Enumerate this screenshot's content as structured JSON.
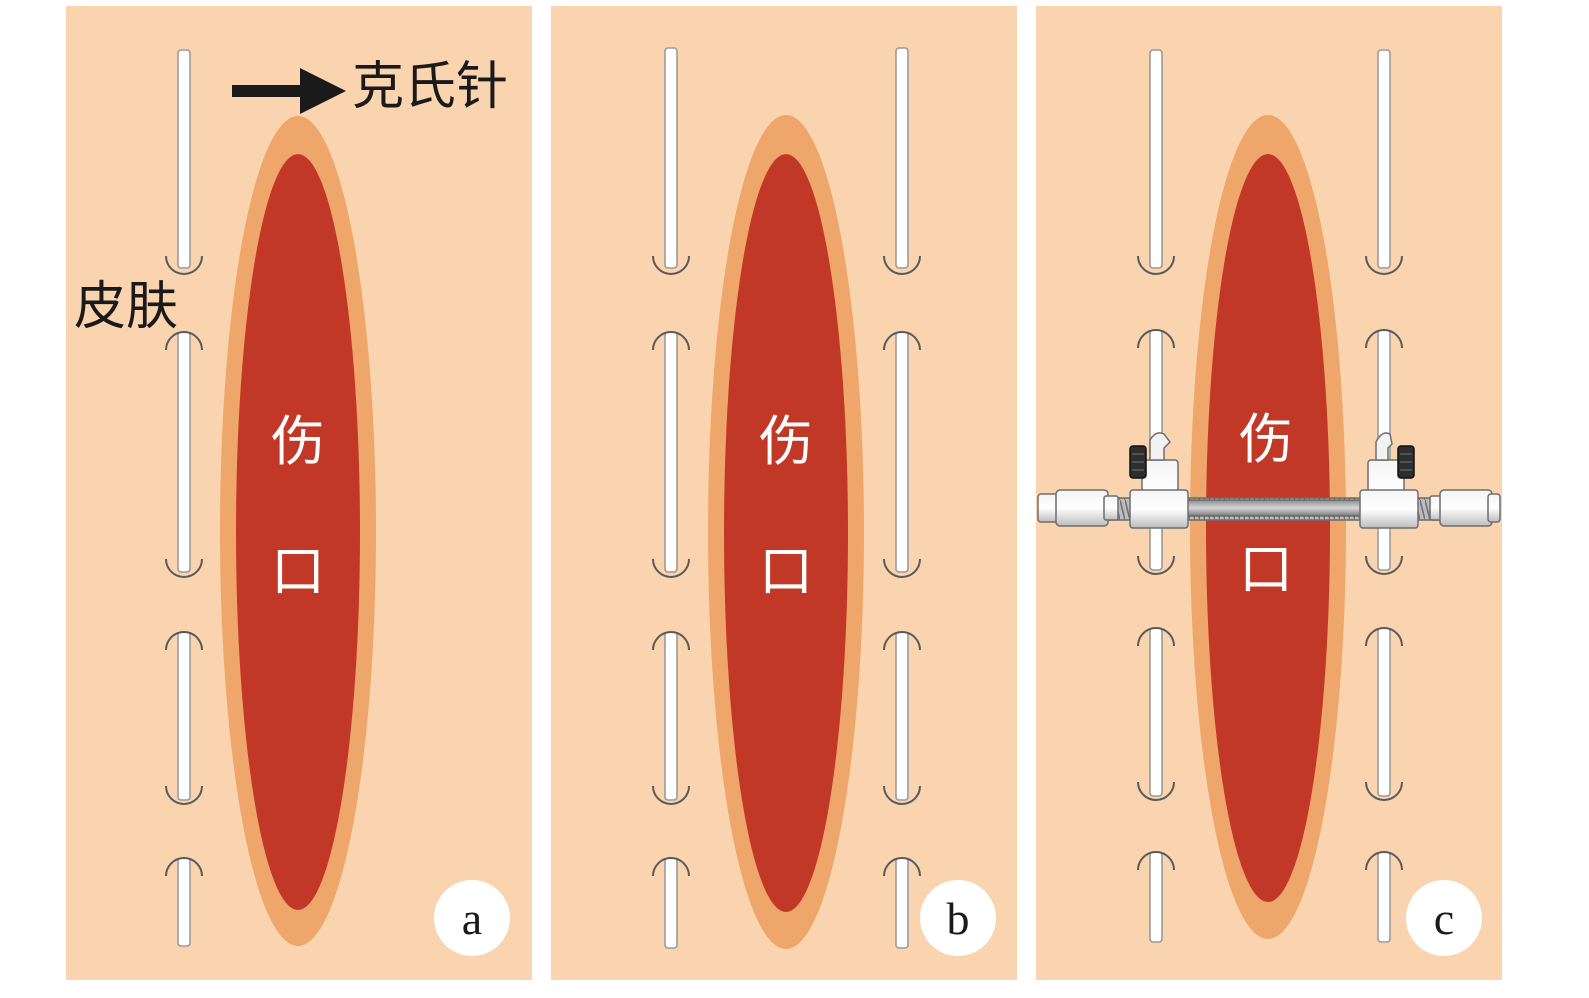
{
  "labels": {
    "kirschner_wire": "克氏针",
    "skin": "皮肤",
    "wound_top": "伤",
    "wound_bottom": "口"
  },
  "panels": [
    {
      "id": "a",
      "label": "a",
      "wire_columns": "left",
      "has_clamp": false
    },
    {
      "id": "b",
      "label": "b",
      "wire_columns": "both",
      "has_clamp": false
    },
    {
      "id": "c",
      "label": "c",
      "wire_columns": "both",
      "has_clamp": true
    }
  ],
  "colors": {
    "skin": "#F9D4AE",
    "wound_rim": "#EFA66A",
    "wound": "#C13826",
    "wire": "#FFFFFF",
    "wire_outline": "#9A9A9A",
    "arrow": "#1A1A1A",
    "label_circle": "#FFFFFF",
    "clamp_metal": "#D9D9D9"
  }
}
